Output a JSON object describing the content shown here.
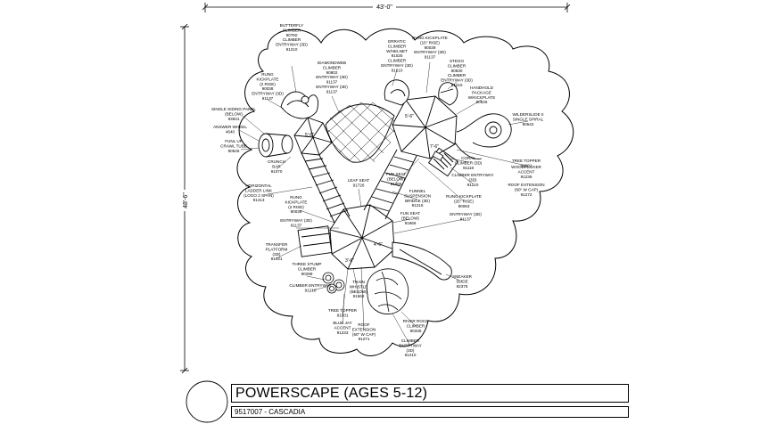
{
  "dimensions": {
    "width_label": "43'-0\"",
    "height_label": "48'-6\""
  },
  "title_block": {
    "title": "POWERSCAPE (AGES 5-12)",
    "subtitle": "9517007 - CASCADIA"
  },
  "decks": [
    "5'-6\"",
    "7'-6\"",
    "4'-6\"",
    "5'-6\"",
    "3'-6\""
  ],
  "callouts": [
    [
      "BUTTERFLY",
      "CLIMBER",
      "90750",
      "CLIMBER",
      "ENTRYWAY (3D)",
      "91210"
    ],
    [
      "RUNG",
      "KICKPLATE",
      "(2 RISE)",
      "90038",
      "ENTRYWAY (3D)",
      "91137"
    ],
    [
      "DIAMONDWEB",
      "CLIMBER",
      "90802",
      "ENTRYWAY (3D)",
      "91137",
      "ENTRYWAY (3D)",
      "91137"
    ],
    [
      "ERRATIC",
      "CLIMBER",
      "W/HELNET",
      "91025",
      "CLIMBER",
      "ENTRYWAY (3D)",
      "91210"
    ],
    [
      "RUNG KICKPLATE",
      "(15\" RISE)",
      "90039",
      "ENTRYWAY (3D)",
      "91137"
    ],
    [
      "STEGO",
      "CLIMBER",
      "90830",
      "CLIMBER",
      "ENTRYWAY (3D)",
      "91210"
    ],
    [
      "HANDHOLD",
      "PACKAGE",
      "W/KICKPLATE",
      "90926"
    ],
    [
      "WILDERSLIDE II",
      "SINGLE SPIRAL",
      "90542"
    ],
    [
      "SINGLE SIDING PANEL",
      "(BELOW)",
      "93631"
    ],
    [
      "ANSWER WHEEL",
      "4640"
    ],
    [
      "FUNL UP",
      "CRAWL TUBE",
      "90526"
    ],
    [
      "CRUNCH",
      "BAR",
      "91070"
    ],
    [
      "HORIZONTAL",
      "LADDER LINK",
      "(LOGO 2 SPAN)",
      "91413"
    ],
    [
      "LEAF SEAT",
      "91726"
    ],
    [
      "FUN SEAT",
      "(BELOW)",
      "91666"
    ],
    [
      "CORAL",
      "CLIMBER (3D)",
      "91118"
    ],
    [
      "CLIMBER ENTRYWAY",
      "(3D)",
      "91210"
    ],
    [
      "TREE TOPPER",
      "91001"
    ],
    [
      "WOODPECKER",
      "ACCENT",
      "91236"
    ],
    [
      "ROOF EXTENSION",
      "(60\" W CAP)",
      "91272"
    ],
    [
      "FUNNEL",
      "SUSPENSION",
      "BRIDGE (3D)",
      "91215"
    ],
    [
      "RUNG KICKPLATE",
      "(25\" RISE)",
      "90063"
    ],
    [
      "RUNG",
      "KICKPLATE",
      "(2 RISE)",
      "90038"
    ],
    [
      "FUN SEAT",
      "(BELOW)",
      "91666"
    ],
    [
      "ENTRYWAY (3D)",
      "91137"
    ],
    [
      "ENTRYWAY (3D)",
      "91137"
    ],
    [
      "TRANSFER",
      "PLATFORM",
      "(3D)",
      "91031"
    ],
    [
      "THREE STUMP",
      "CLIMBER",
      "90298"
    ],
    [
      "CLIMBER ENTRYWAY",
      "91210"
    ],
    [
      "TRAIN",
      "WHISTLE",
      "(BELOW)",
      "91662"
    ],
    [
      "SNEAKER",
      "SLIDE",
      "92375"
    ],
    [
      "TREE TOPPER",
      "91001"
    ],
    [
      "BLUE JAY",
      "ACCENT",
      "91233"
    ],
    [
      "ROOF",
      "EXTENSION",
      "(60\" W CAP)",
      "91271"
    ],
    [
      "RIVER ROCK",
      "CLIMBER",
      "90336"
    ],
    [
      "CLIMBER",
      "ENTRYWAY",
      "(3D)",
      "91210"
    ]
  ]
}
